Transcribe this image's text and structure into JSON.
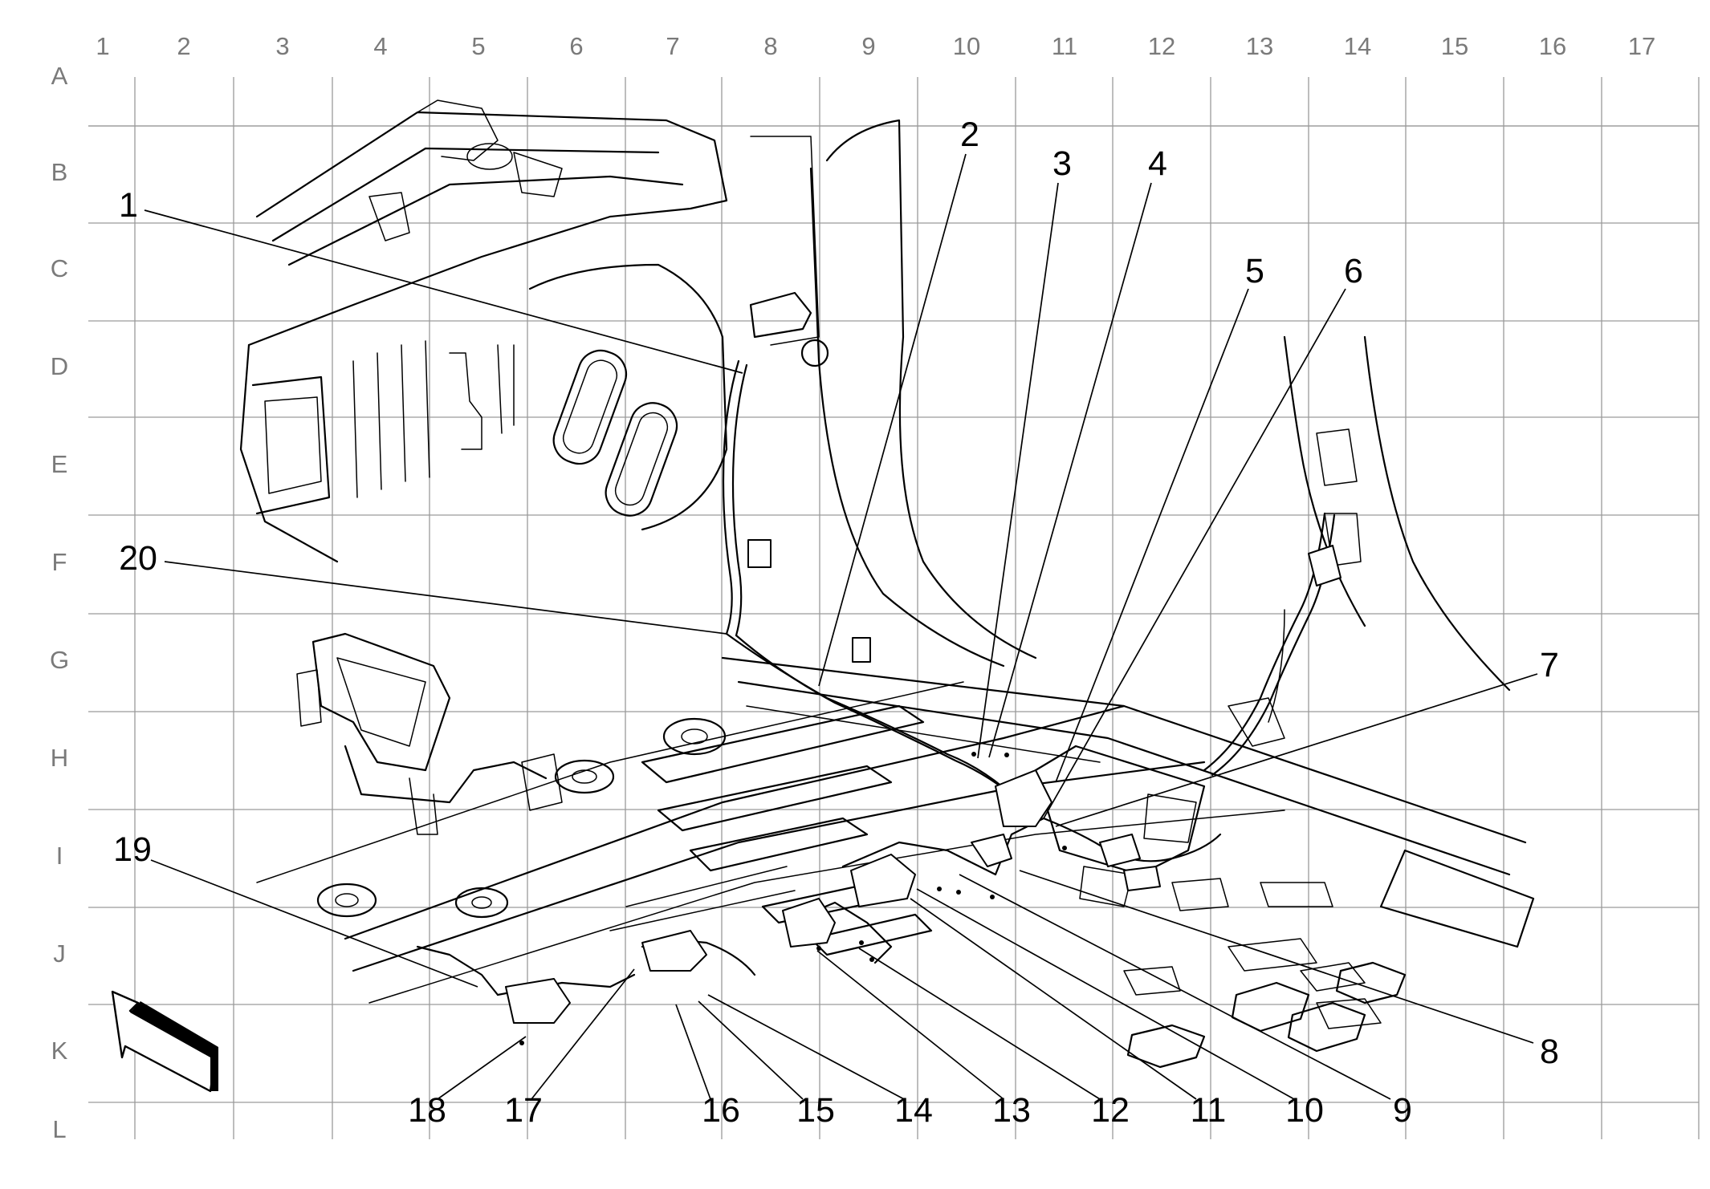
{
  "grid": {
    "columns": [
      "1",
      "2",
      "3",
      "4",
      "5",
      "6",
      "7",
      "8",
      "9",
      "10",
      "11",
      "12",
      "13",
      "14",
      "15",
      "16",
      "17"
    ],
    "rows": [
      "A",
      "B",
      "C",
      "D",
      "E",
      "F",
      "G",
      "H",
      "I",
      "J",
      "K",
      "L"
    ]
  },
  "callouts": [
    {
      "label": "1"
    },
    {
      "label": "2"
    },
    {
      "label": "3"
    },
    {
      "label": "4"
    },
    {
      "label": "5"
    },
    {
      "label": "6"
    },
    {
      "label": "7"
    },
    {
      "label": "8"
    },
    {
      "label": "9"
    },
    {
      "label": "10"
    },
    {
      "label": "11"
    },
    {
      "label": "12"
    },
    {
      "label": "13"
    },
    {
      "label": "14"
    },
    {
      "label": "15"
    },
    {
      "label": "16"
    },
    {
      "label": "17"
    },
    {
      "label": "18"
    },
    {
      "label": "19"
    },
    {
      "label": "20"
    }
  ],
  "orientation_arrow": {
    "icon": "front-direction-arrow-icon"
  }
}
